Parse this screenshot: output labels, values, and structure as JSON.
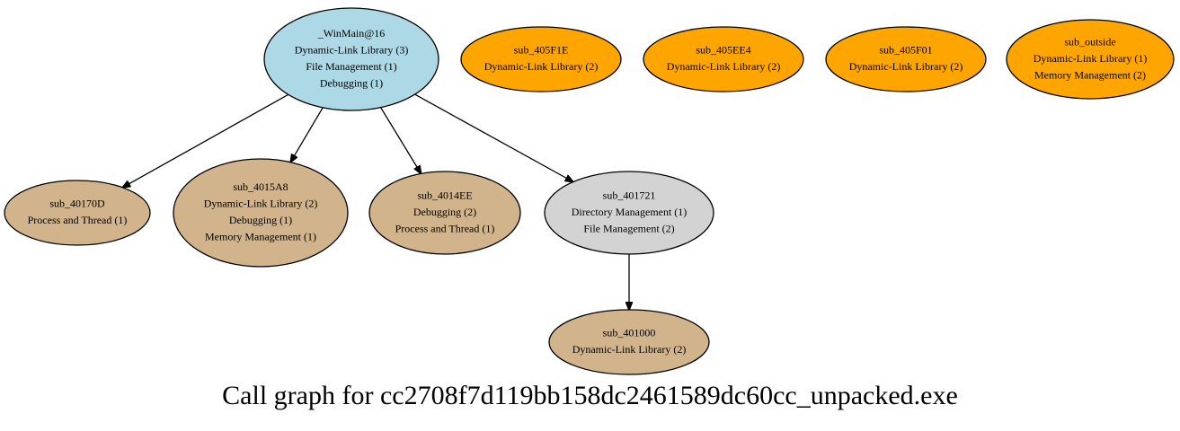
{
  "caption": "Call graph for cc2708f7d119bb158dc2461589dc60cc_unpacked.exe",
  "colors": {
    "root": "#add8e6",
    "isolated": "#ffa500",
    "leaf": "#d2b48c",
    "intermediate": "#d3d3d3"
  },
  "nodes": [
    {
      "id": "winmain",
      "color_role": "root",
      "lines": [
        "_WinMain@16",
        "Dynamic-Link Library (3)",
        "File Management (1)",
        "Debugging (1)"
      ]
    },
    {
      "id": "sub_405F1E",
      "color_role": "isolated",
      "lines": [
        "sub_405F1E",
        "Dynamic-Link Library (2)"
      ]
    },
    {
      "id": "sub_405EE4",
      "color_role": "isolated",
      "lines": [
        "sub_405EE4",
        "Dynamic-Link Library (2)"
      ]
    },
    {
      "id": "sub_405F01",
      "color_role": "isolated",
      "lines": [
        "sub_405F01",
        "Dynamic-Link Library (2)"
      ]
    },
    {
      "id": "sub_outside",
      "color_role": "isolated",
      "lines": [
        "sub_outside",
        "Dynamic-Link Library (1)",
        "Memory Management (2)"
      ]
    },
    {
      "id": "sub_40170D",
      "color_role": "leaf",
      "lines": [
        "sub_40170D",
        "Process and Thread (1)"
      ]
    },
    {
      "id": "sub_4015A8",
      "color_role": "leaf",
      "lines": [
        "sub_4015A8",
        "Dynamic-Link Library (2)",
        "Debugging (1)",
        "Memory Management (1)"
      ]
    },
    {
      "id": "sub_4014EE",
      "color_role": "leaf",
      "lines": [
        "sub_4014EE",
        "Debugging (2)",
        "Process and Thread (1)"
      ]
    },
    {
      "id": "sub_401721",
      "color_role": "intermediate",
      "lines": [
        "sub_401721",
        "Directory Management (1)",
        "File Management (2)"
      ]
    },
    {
      "id": "sub_401000",
      "color_role": "leaf",
      "lines": [
        "sub_401000",
        "Dynamic-Link Library (2)"
      ]
    }
  ],
  "edges": [
    {
      "from": "winmain",
      "to": "sub_40170D"
    },
    {
      "from": "winmain",
      "to": "sub_4015A8"
    },
    {
      "from": "winmain",
      "to": "sub_4014EE"
    },
    {
      "from": "winmain",
      "to": "sub_401721"
    },
    {
      "from": "sub_401721",
      "to": "sub_401000"
    }
  ]
}
